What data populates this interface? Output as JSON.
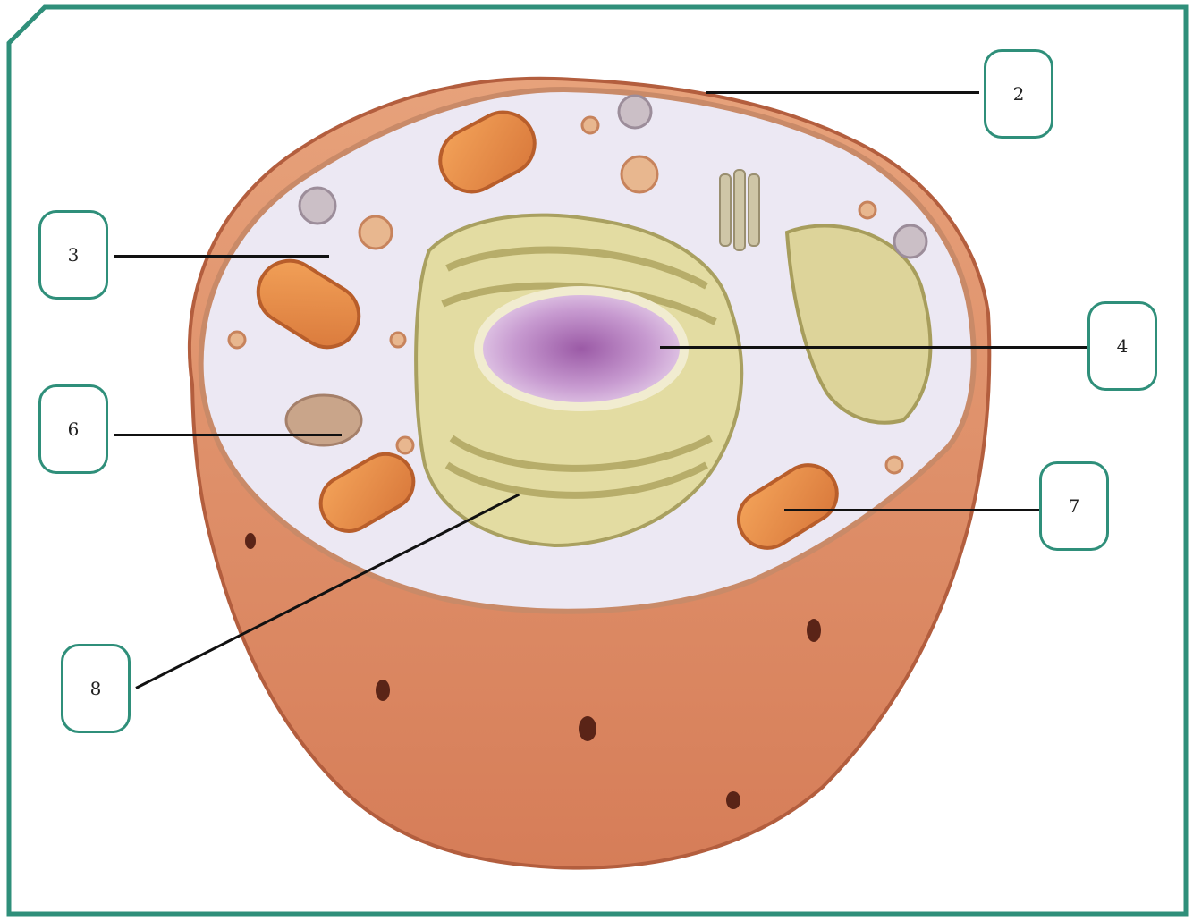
{
  "diagram": {
    "subject": "animal cell",
    "frame_color": "#2f8f7a",
    "labels": [
      {
        "id": "label-2",
        "text": "2",
        "points_to": "plasma-membrane"
      },
      {
        "id": "label-3",
        "text": "3",
        "points_to": "cytoplasm"
      },
      {
        "id": "label-4",
        "text": "4",
        "points_to": "nucleus"
      },
      {
        "id": "label-6",
        "text": "6",
        "points_to": "lysosome"
      },
      {
        "id": "label-7",
        "text": "7",
        "points_to": "mitochondrion"
      },
      {
        "id": "label-8",
        "text": "8",
        "points_to": "endoplasmic-reticulum"
      }
    ]
  }
}
